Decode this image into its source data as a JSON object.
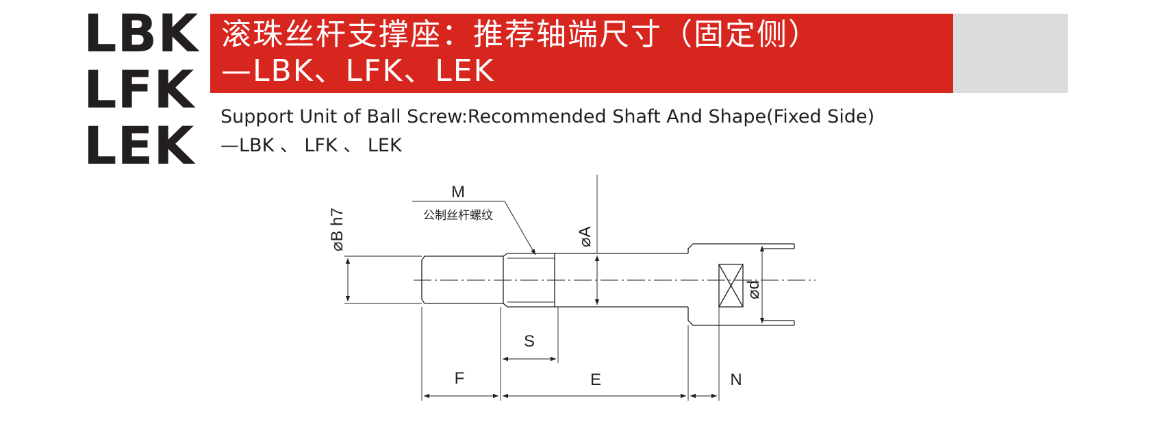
{
  "models": [
    "LBK",
    "LFK",
    "LEK"
  ],
  "banner": {
    "line1": "滚珠丝杆支撑座：推荐轴端尺寸（固定侧）",
    "line2": "—LBK、LFK、LEK"
  },
  "subtitle": {
    "line1": "Support Unit of Ball Screw:Recommended Shaft And Shape(Fixed Side)",
    "line2": "—LBK 、 LFK 、 LEK"
  },
  "drawing": {
    "label_M": "M",
    "label_thread_note": "公制丝杆螺纹",
    "label_B": "⌀B  h7",
    "label_A": "⌀A",
    "label_d": "⌀d",
    "label_S": "S",
    "label_F": "F",
    "label_E": "E",
    "label_N": "N"
  },
  "colors": {
    "banner_red": "#d7261e",
    "banner_gray": "#dcdcdc",
    "ink": "#231f20"
  }
}
